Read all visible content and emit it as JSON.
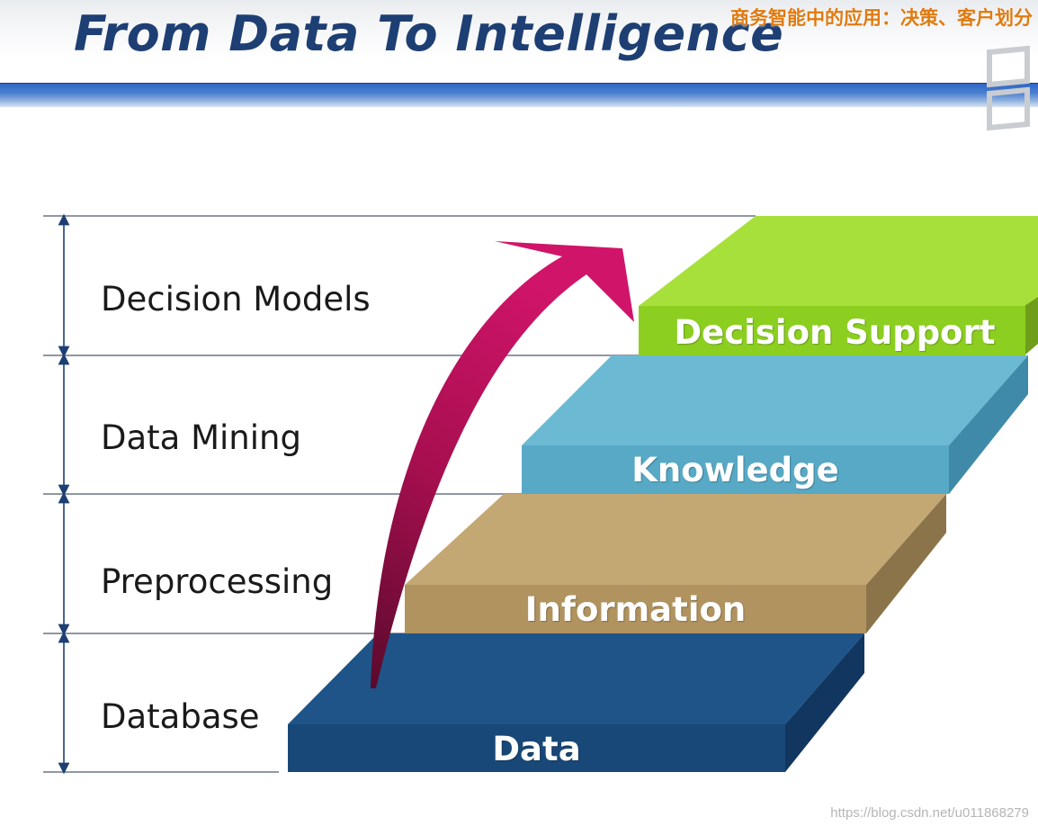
{
  "slide": {
    "title": "From Data To Intelligence"
  },
  "overlay": {
    "top_watermark": "商务智能中的应用：决策、客户划分",
    "bottom_watermark": "https://blog.csdn.net/u011868279"
  },
  "levels": [
    {
      "label": "Decision Models",
      "step": "Decision Support",
      "color": "#9bd92c"
    },
    {
      "label": "Data Mining",
      "step": "Knowledge",
      "color": "#5aaecb"
    },
    {
      "label": "Preprocessing",
      "step": "Information",
      "color": "#b89b68"
    },
    {
      "label": "Database",
      "step": "Data",
      "color": "#1a4a7c"
    }
  ],
  "colors": {
    "title": "#1e3f73",
    "band": "#2f67c4",
    "arrow": "#c4105e"
  }
}
